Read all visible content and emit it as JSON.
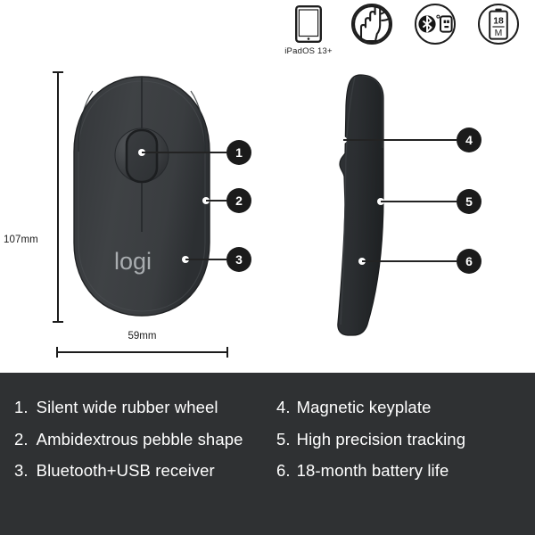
{
  "top_icons": [
    {
      "icon": "tablet-icon",
      "caption": "iPadOS 13+"
    },
    {
      "icon": "silent-click-hand-icon",
      "caption": ""
    },
    {
      "icon": "bluetooth-usb-receiver-icon",
      "caption": ""
    },
    {
      "icon": "battery-18-month-icon",
      "caption": "",
      "battery_number": "18",
      "battery_unit": "M"
    }
  ],
  "dimensions": {
    "height_label": "107mm",
    "width_label": "59mm"
  },
  "product": {
    "brand_logo": "logi",
    "top_view_name": "mouse-top-view",
    "side_view_name": "mouse-side-view",
    "body_color": "#3b3e40",
    "side_color": "#2b2d30"
  },
  "callouts": [
    {
      "number": "1"
    },
    {
      "number": "2"
    },
    {
      "number": "3"
    },
    {
      "number": "4"
    },
    {
      "number": "5"
    },
    {
      "number": "6"
    }
  ],
  "features_left": [
    {
      "num": "1.",
      "text": "Silent wide rubber wheel"
    },
    {
      "num": "2.",
      "text": "Ambidextrous pebble shape"
    },
    {
      "num": "3.",
      "text": "Bluetooth+USB receiver"
    }
  ],
  "features_right": [
    {
      "num": "4.",
      "text": "Magnetic keyplate"
    },
    {
      "num": "5.",
      "text": "High precision tracking"
    },
    {
      "num": "6.",
      "text": "18-month battery life"
    }
  ],
  "colors": {
    "panel_bg": "#2f3133",
    "badge_bg": "#1b1b1b",
    "text_light": "#ffffff",
    "line": "#232323"
  }
}
